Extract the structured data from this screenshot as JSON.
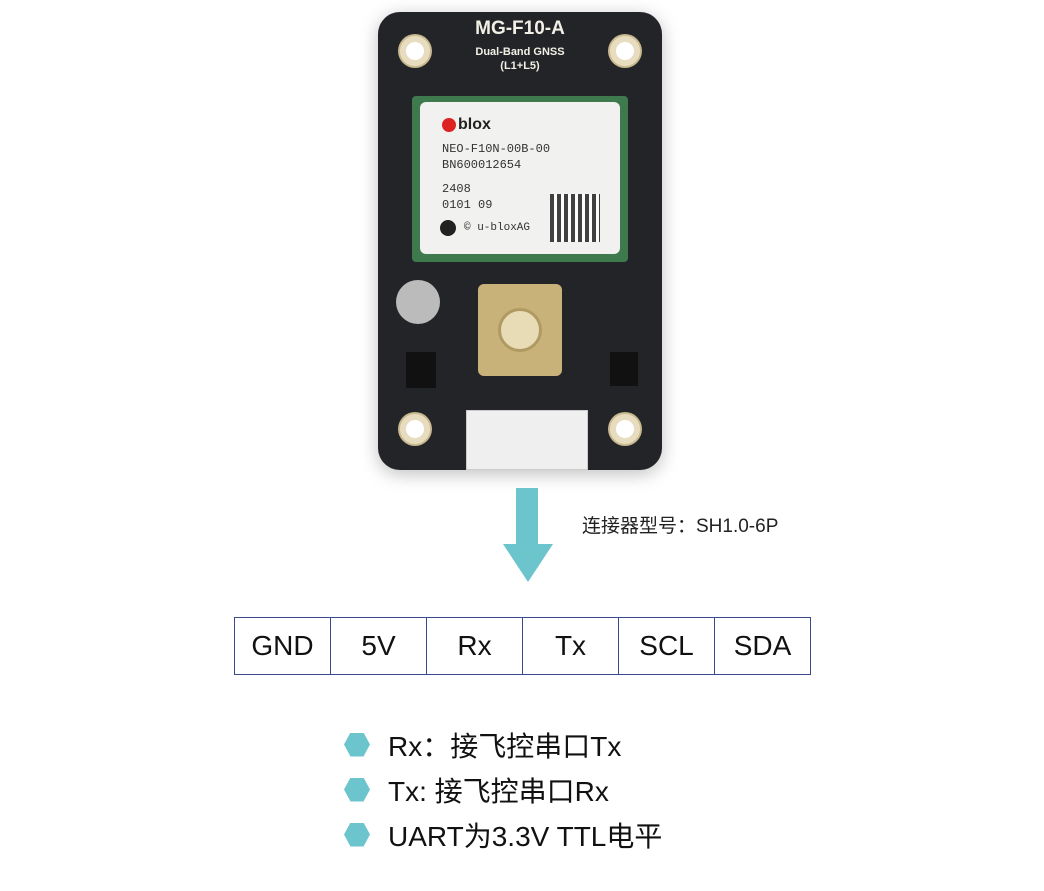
{
  "board": {
    "model": "MG-F10-A",
    "subtitle": "Dual-Band GNSS",
    "bands": "(L1+L5)",
    "module": {
      "brand": "blox",
      "part": "NEO-F10N-00B-00",
      "serial": "BN600012654",
      "date": "2408",
      "lot": "0101  09",
      "copyright": "© u-bloxAG"
    }
  },
  "connector_label": "连接器型号：SH1.0-6P",
  "pins": [
    "GND",
    "5V",
    "Rx",
    "Tx",
    "SCL",
    "SDA"
  ],
  "notes": [
    "Rx：接飞控串口Tx",
    "Tx: 接飞控串口Rx",
    "UART为3.3V TTL电平"
  ],
  "colors": {
    "accent": "#6cc4cc",
    "table_border": "#3b4a8c",
    "board": "#232427"
  }
}
